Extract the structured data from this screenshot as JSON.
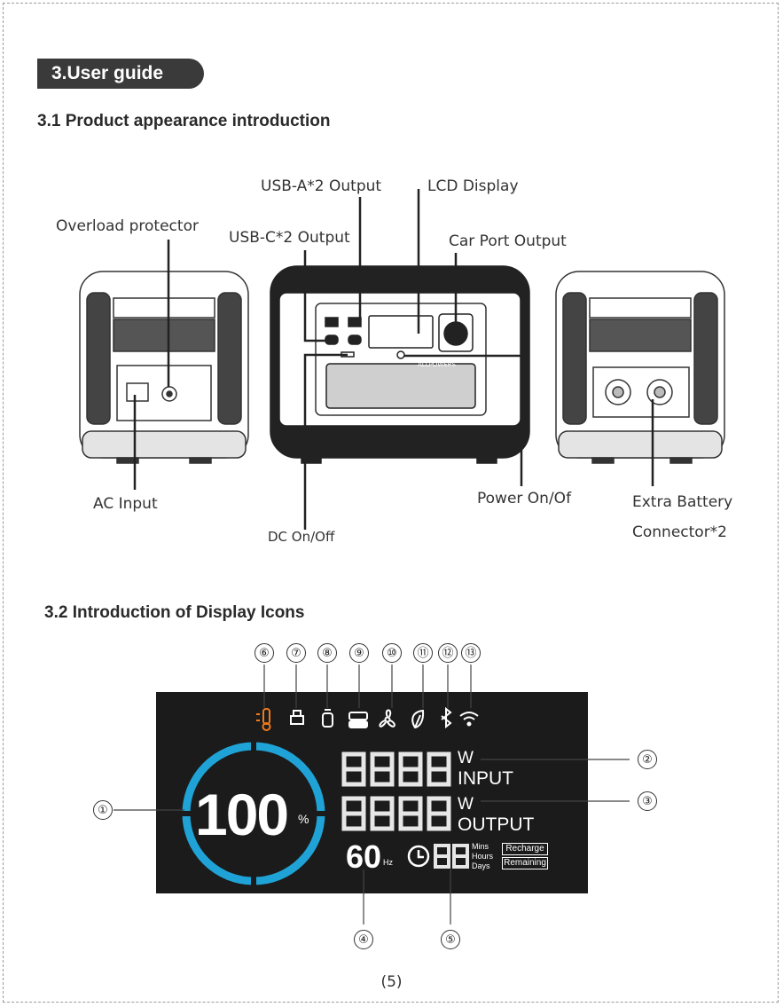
{
  "section": {
    "title": "3.User guide"
  },
  "sub31": {
    "title": "3.1 Product appearance introduction"
  },
  "sub32": {
    "title": "3.2 Introduction of Display Icons"
  },
  "callouts": {
    "overload": "Overload protector",
    "usba": "USB-A*2 Output",
    "usbc": "USB-C*2 Output",
    "lcd": "LCD Display",
    "car": "Car Port Output",
    "ac": "AC Input",
    "dc": "DC On/Off",
    "power": "Power On/Of",
    "battery1": "Extra Battery",
    "battery2": "Connector*2"
  },
  "brand": "ALLPOWERS",
  "display": {
    "battery_percent": "100",
    "percent_sign": "%",
    "input_unit": "W",
    "input_label": "INPUT",
    "output_unit": "W",
    "output_label": "OUTPUT",
    "freq_value": "60",
    "freq_unit": "Hz",
    "time_units": [
      "Mins",
      "Hours",
      "Days"
    ],
    "recharge": "Recharge",
    "remaining": "Remaining"
  },
  "markers": {
    "m1": "①",
    "m2": "②",
    "m3": "③",
    "m4": "④",
    "m5": "⑤",
    "m6": "⑥",
    "m7": "⑦",
    "m8": "⑧",
    "m9": "⑨",
    "m10": "⑩",
    "m11": "⑪",
    "m12": "⑫",
    "m13": "⑬"
  },
  "colors": {
    "ring": "#1fa3d6",
    "warning_icon": "#f07a1f",
    "lcd_bg": "#1b1b1b"
  },
  "page_number": "(5)"
}
